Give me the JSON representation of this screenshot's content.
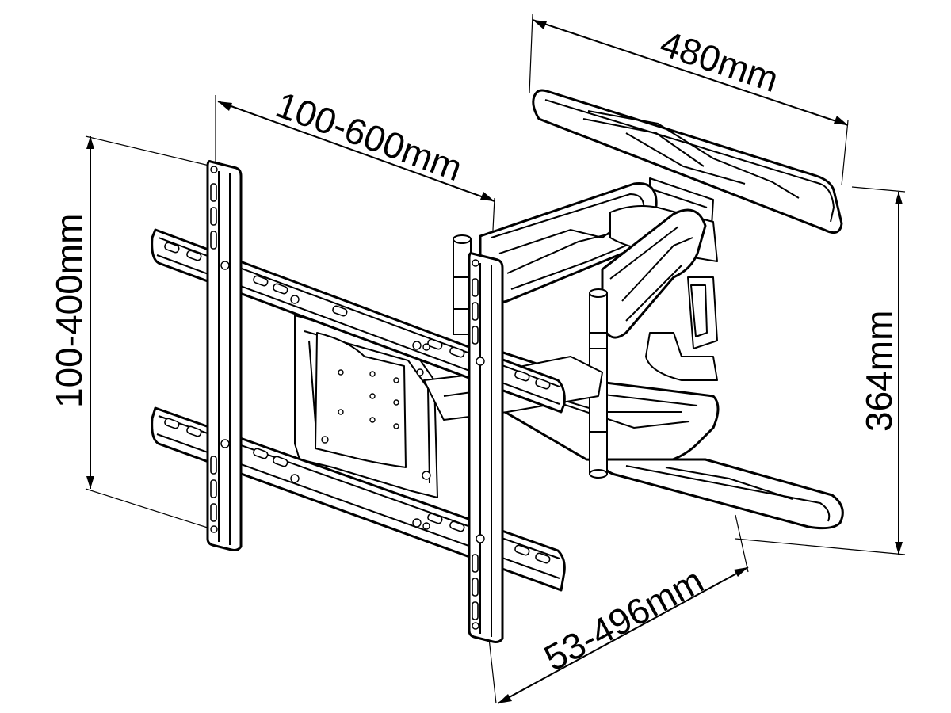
{
  "drawing": {
    "subject": "Full-motion articulating TV wall mount",
    "colors": {
      "line": "#000000",
      "background": "#ffffff"
    }
  },
  "dimensions": {
    "wall_plate_width": "480mm",
    "horizontal_mounting": "100-600mm",
    "vertical_mounting": "100-400mm",
    "wall_plate_height": "364mm",
    "extension": "53-496mm"
  }
}
